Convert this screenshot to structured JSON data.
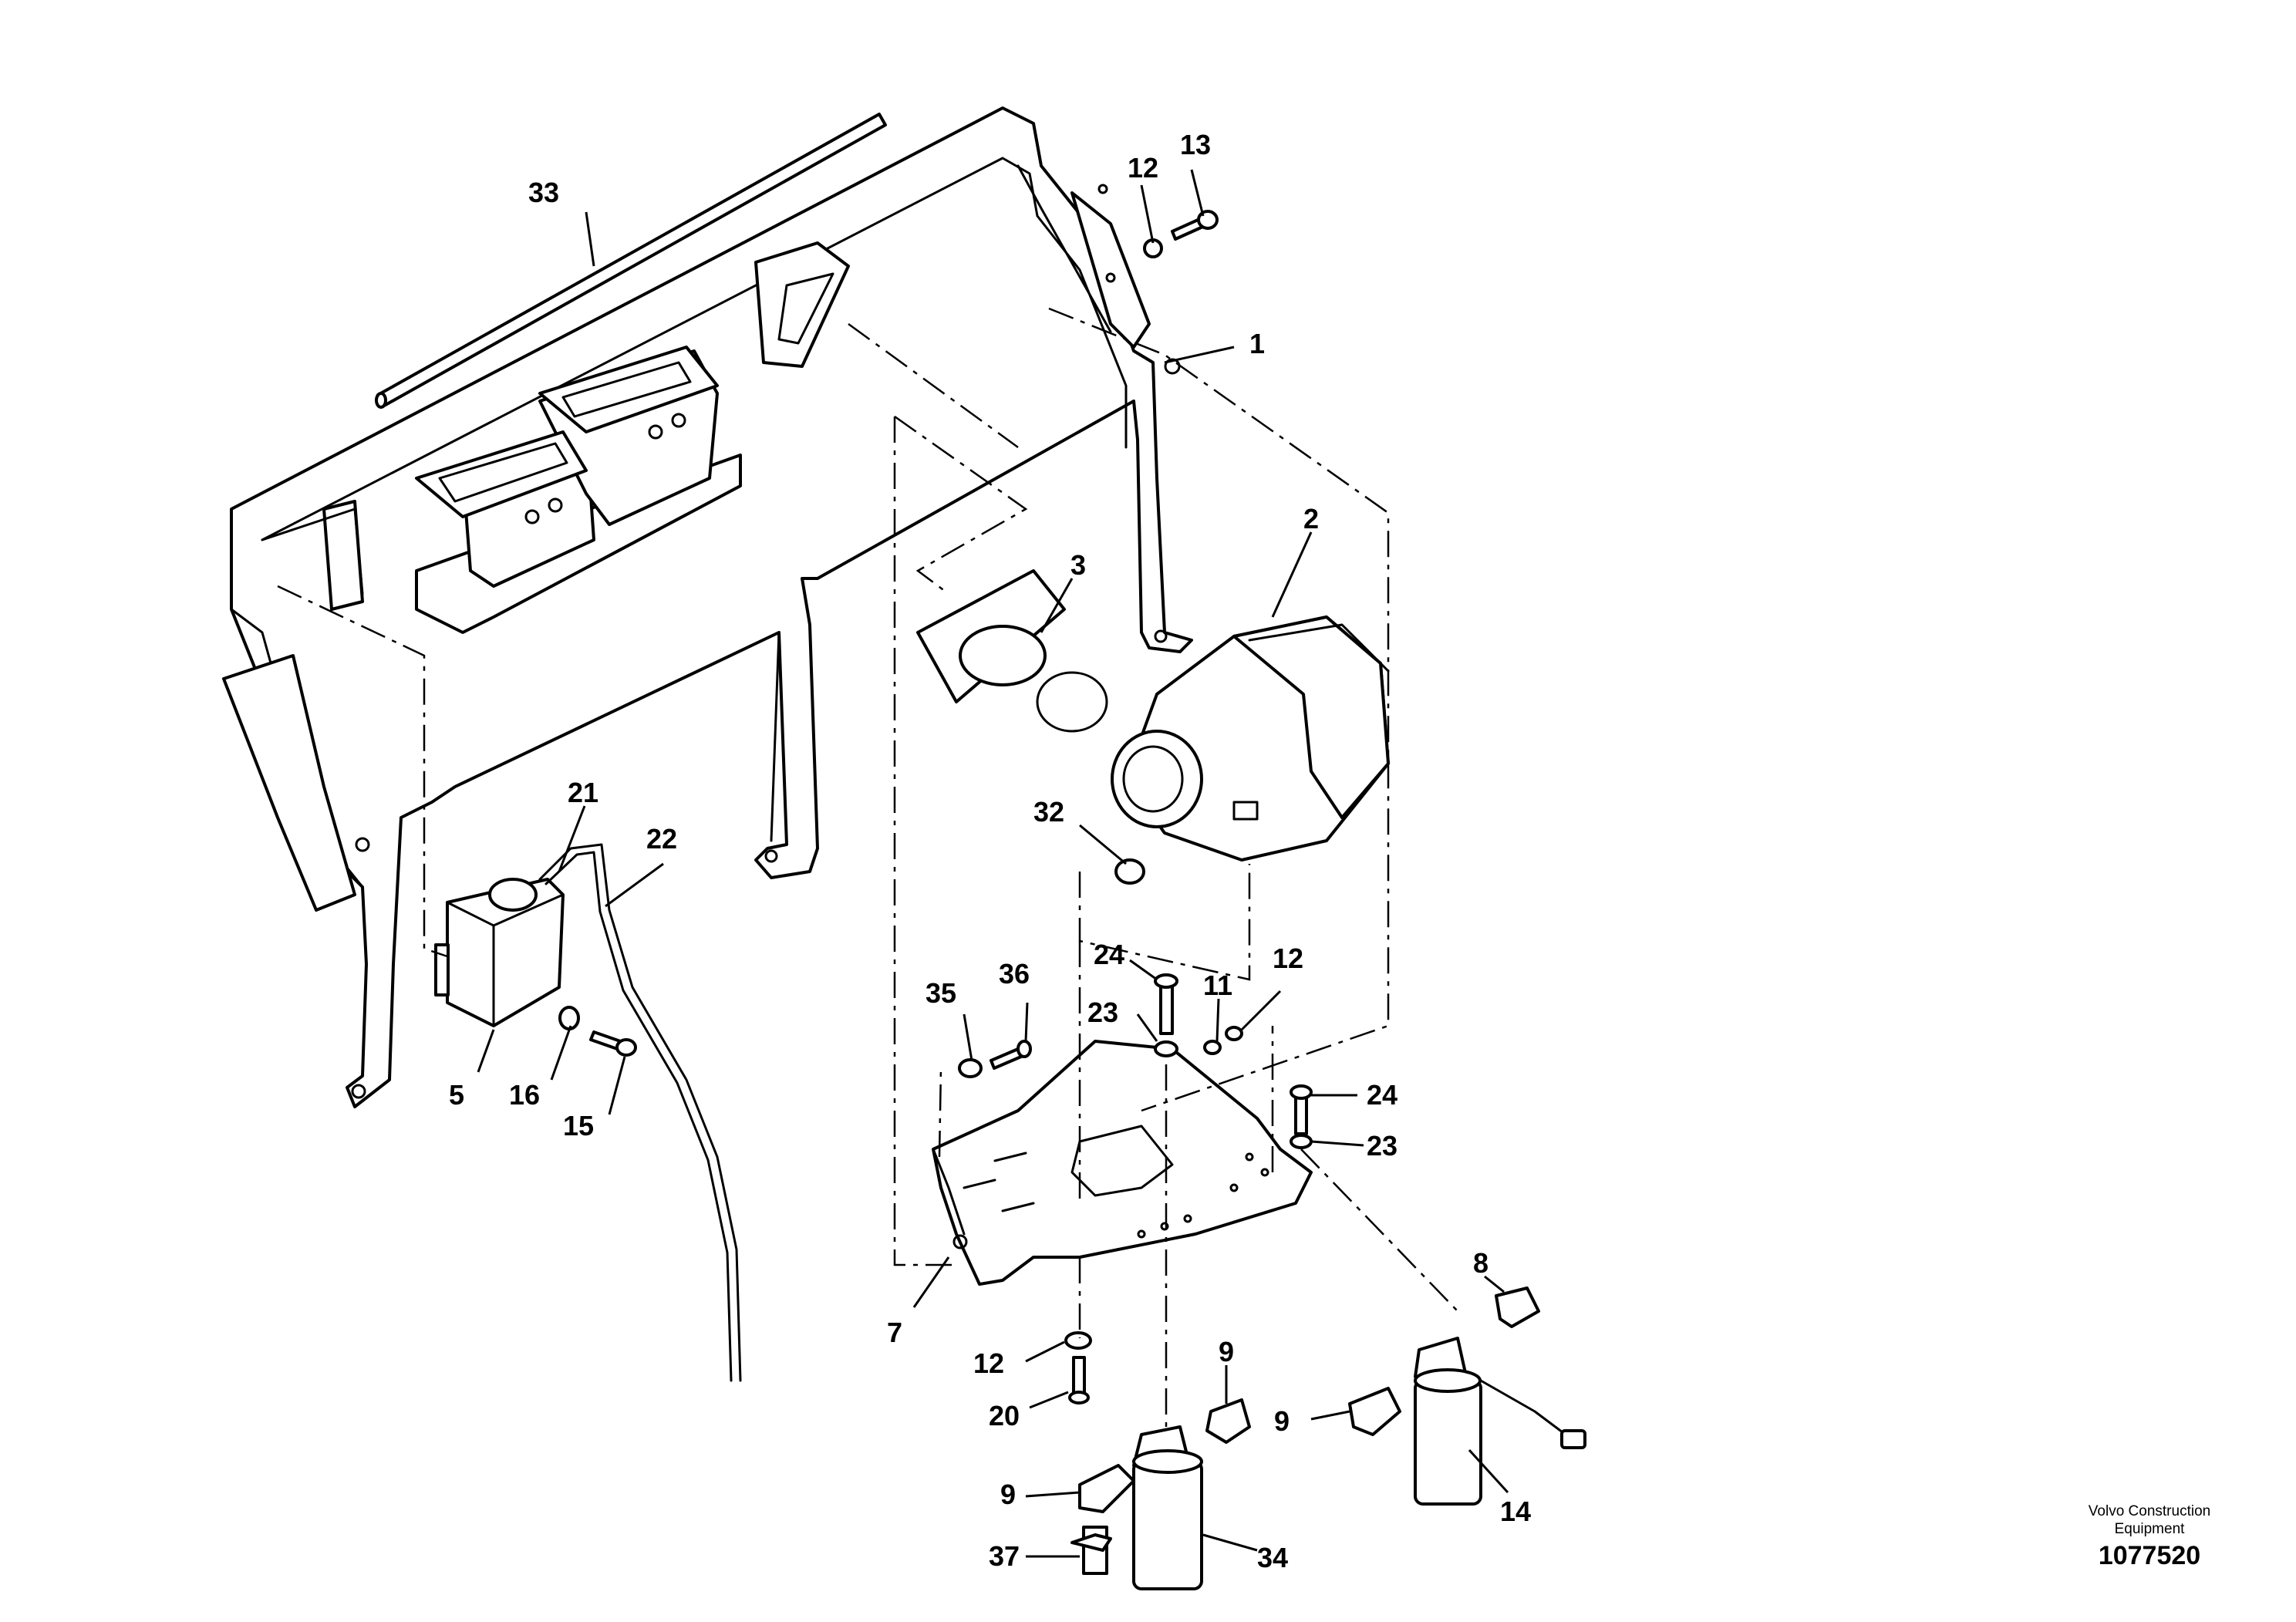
{
  "callouts": {
    "c1": "1",
    "c2": "2",
    "c3": "3",
    "c5": "5",
    "c7": "7",
    "c8": "8",
    "c9a": "9",
    "c9b": "9",
    "c9c": "9",
    "c11": "11",
    "c12a": "12",
    "c12b": "12",
    "c12c": "12",
    "c13": "13",
    "c14": "14",
    "c15": "15",
    "c16": "16",
    "c20": "20",
    "c21": "21",
    "c22": "22",
    "c23a": "23",
    "c23b": "23",
    "c24a": "24",
    "c24b": "24",
    "c32": "32",
    "c33": "33",
    "c34": "34",
    "c35": "35",
    "c36": "36",
    "c37": "37"
  },
  "footer": {
    "brand_line1": "Volvo Construction",
    "brand_line2": "Equipment",
    "drawing_number": "1077520"
  }
}
